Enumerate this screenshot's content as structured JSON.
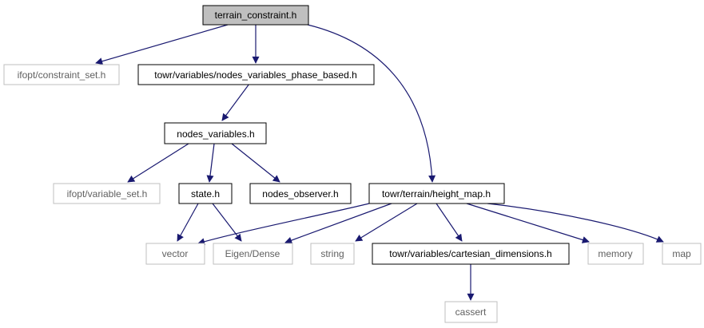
{
  "colors": {
    "edge": "#191970",
    "focus_fill": "#bfbfbf",
    "node_border": "#000000",
    "external_border": "#bfbfbf",
    "external_text": "#606060",
    "background": "#ffffff"
  },
  "nodes": {
    "terrain_constraint": {
      "label": "terrain_constraint.h",
      "style": "focus"
    },
    "constraint_set": {
      "label": "ifopt/constraint_set.h",
      "style": "external"
    },
    "nodes_variables_phase_based": {
      "label": "towr/variables/nodes_variables_phase_based.h",
      "style": "internal"
    },
    "nodes_variables": {
      "label": "nodes_variables.h",
      "style": "internal"
    },
    "variable_set": {
      "label": "ifopt/variable_set.h",
      "style": "external"
    },
    "state": {
      "label": "state.h",
      "style": "internal"
    },
    "nodes_observer": {
      "label": "nodes_observer.h",
      "style": "internal"
    },
    "height_map": {
      "label": "towr/terrain/height_map.h",
      "style": "internal"
    },
    "vector": {
      "label": "vector",
      "style": "external"
    },
    "eigen_dense": {
      "label": "Eigen/Dense",
      "style": "external"
    },
    "string": {
      "label": "string",
      "style": "external"
    },
    "cartesian_dimensions": {
      "label": "towr/variables/cartesian_dimensions.h",
      "style": "internal"
    },
    "memory": {
      "label": "memory",
      "style": "external"
    },
    "map": {
      "label": "map",
      "style": "external"
    },
    "cassert": {
      "label": "cassert",
      "style": "external"
    }
  },
  "edges": [
    {
      "from": "terrain_constraint",
      "to": "constraint_set"
    },
    {
      "from": "terrain_constraint",
      "to": "nodes_variables_phase_based"
    },
    {
      "from": "terrain_constraint",
      "to": "height_map"
    },
    {
      "from": "nodes_variables_phase_based",
      "to": "nodes_variables"
    },
    {
      "from": "nodes_variables",
      "to": "variable_set"
    },
    {
      "from": "nodes_variables",
      "to": "state"
    },
    {
      "from": "nodes_variables",
      "to": "nodes_observer"
    },
    {
      "from": "state",
      "to": "vector"
    },
    {
      "from": "state",
      "to": "eigen_dense"
    },
    {
      "from": "height_map",
      "to": "vector"
    },
    {
      "from": "height_map",
      "to": "eigen_dense"
    },
    {
      "from": "height_map",
      "to": "string"
    },
    {
      "from": "height_map",
      "to": "cartesian_dimensions"
    },
    {
      "from": "height_map",
      "to": "memory"
    },
    {
      "from": "height_map",
      "to": "map"
    },
    {
      "from": "cartesian_dimensions",
      "to": "cassert"
    }
  ]
}
